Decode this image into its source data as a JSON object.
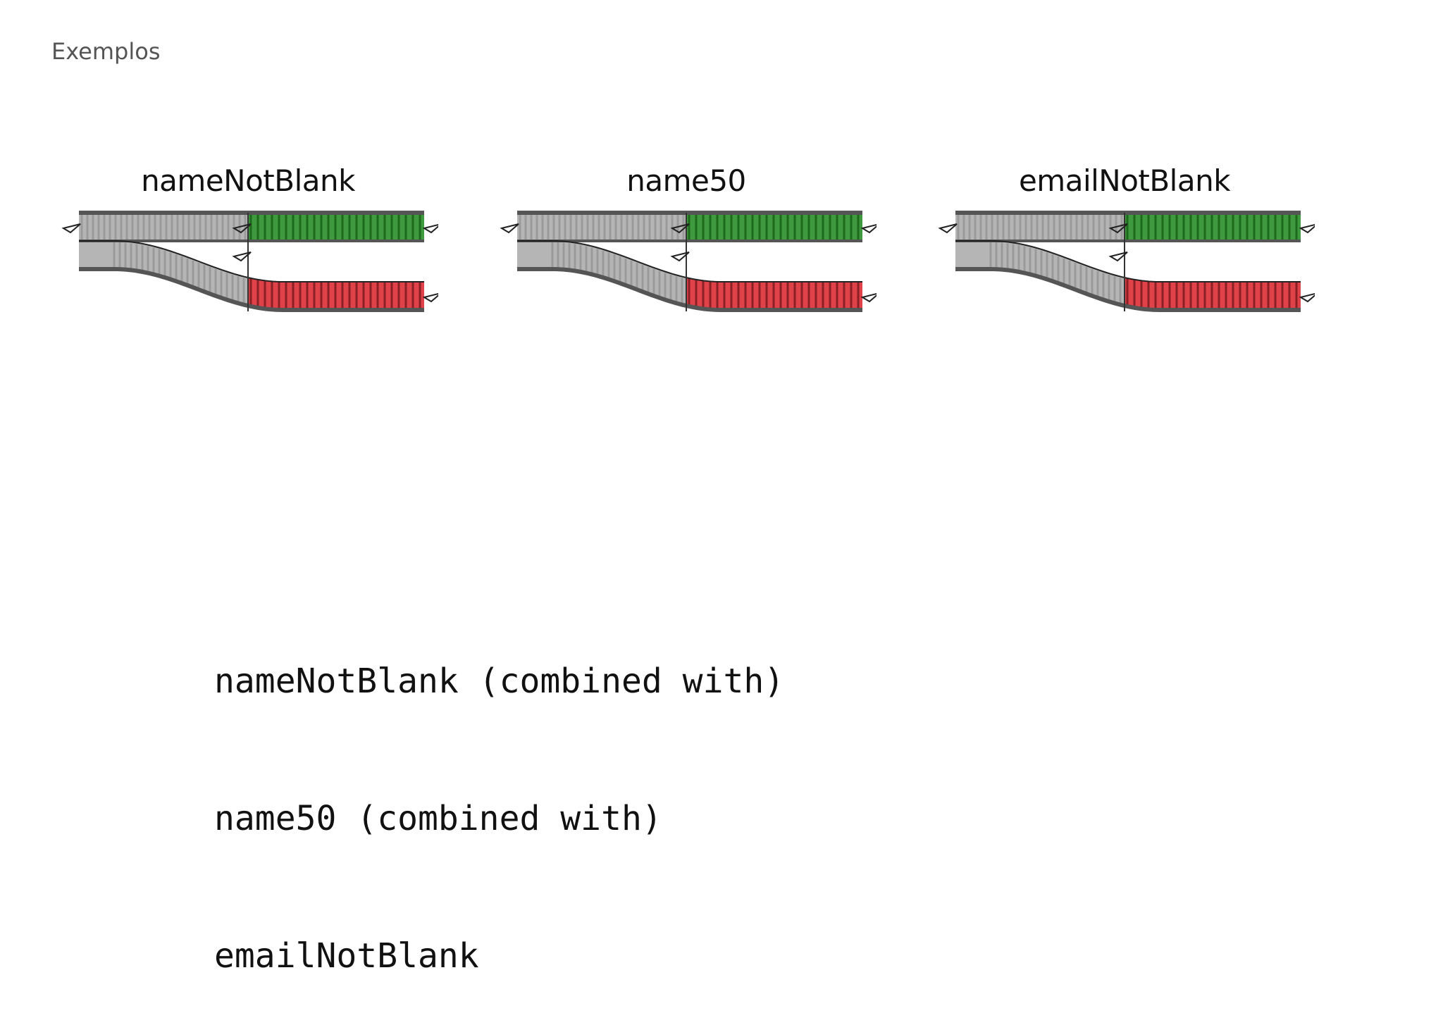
{
  "slide": {
    "title": "Exemplos"
  },
  "switches": [
    {
      "label": "nameNotBlank"
    },
    {
      "label": "name50"
    },
    {
      "label": "emailNotBlank"
    }
  ],
  "code": {
    "lines": [
      "nameNotBlank (combined with)",
      "name50 (combined with)",
      "emailNotBlank"
    ]
  },
  "colors": {
    "success_track": "#3f9a3f",
    "failure_track": "#e0424a",
    "input_track": "#b5b5b5",
    "rail": "#555555"
  }
}
